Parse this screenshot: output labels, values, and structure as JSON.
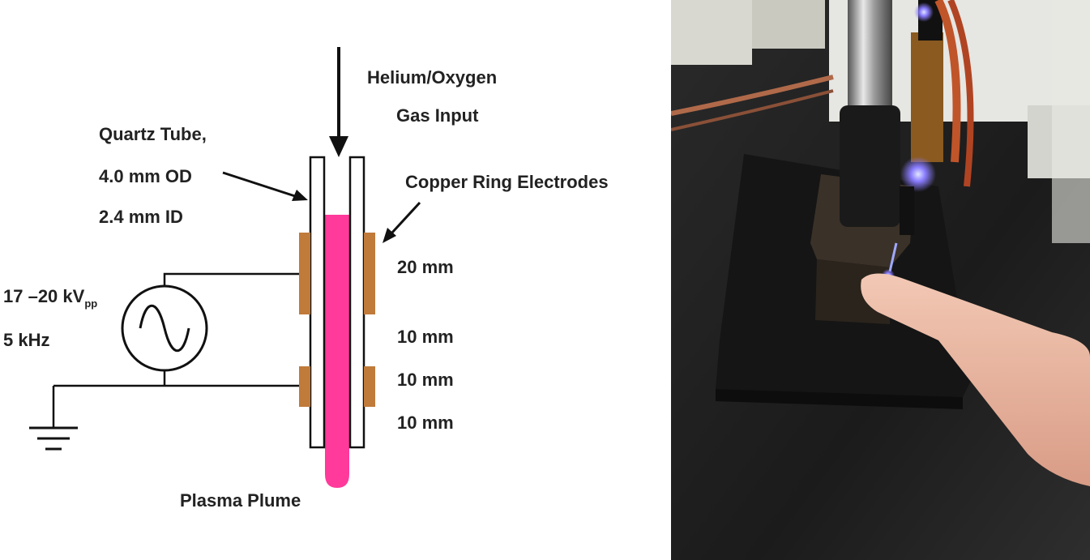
{
  "colors": {
    "plasma": "#ff3a9a",
    "electrode": "#c07a3a",
    "line": "#111111",
    "text": "#222222"
  },
  "diagram": {
    "gas_label_line1": "Helium/Oxygen",
    "gas_label_line2": "Gas Input",
    "tube_label_line1": "Quartz Tube,",
    "tube_label_line2": "4.0 mm OD",
    "tube_label_line3": "2.4 mm ID",
    "electrode_label": "Copper Ring Electrodes",
    "voltage_label": "17 –20 kV",
    "voltage_subscript": "pp",
    "frequency_label": "5 kHz",
    "dimension_1": "20 mm",
    "dimension_2": "10 mm",
    "dimension_3": "10 mm",
    "dimension_4": "10 mm",
    "plume_label": "Plasma Plume",
    "icons": [
      "ac-source-icon",
      "ground-icon"
    ]
  },
  "photo": {
    "description_icon": "plasma-jet-photo"
  }
}
